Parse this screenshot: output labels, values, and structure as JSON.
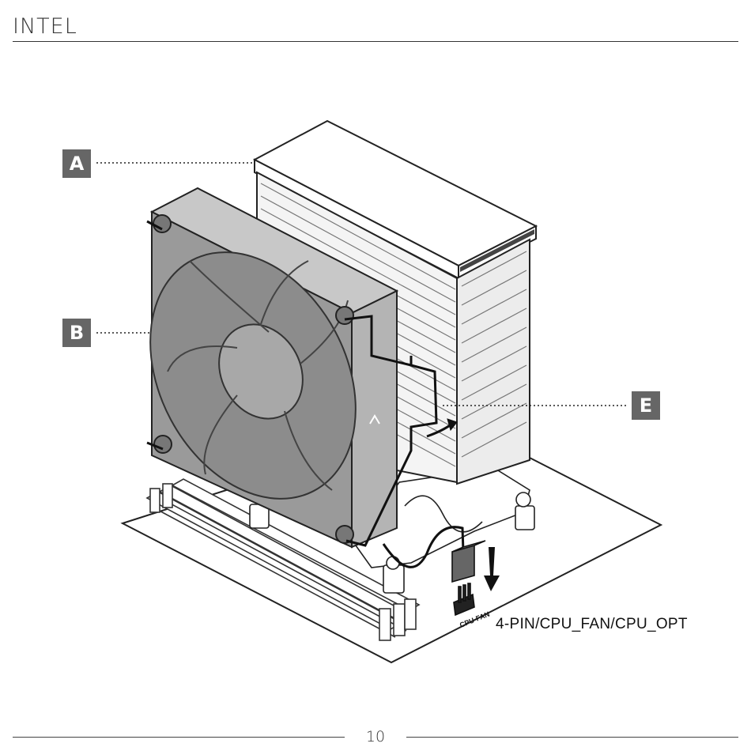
{
  "header": {
    "title": "INTEL"
  },
  "callouts": {
    "a": "A",
    "b": "B",
    "e": "E"
  },
  "connector": {
    "header_label": "CPU-FAN",
    "label": "4-PIN/CPU_FAN/CPU_OPT"
  },
  "footer": {
    "page_number": "10"
  },
  "colors": {
    "callout_bg": "#666666",
    "line": "#222222",
    "fan_fill": "#9a9a9a"
  },
  "icons": [
    "down-arrow-icon",
    "curved-arrow-icon",
    "up-chevron-icon"
  ]
}
